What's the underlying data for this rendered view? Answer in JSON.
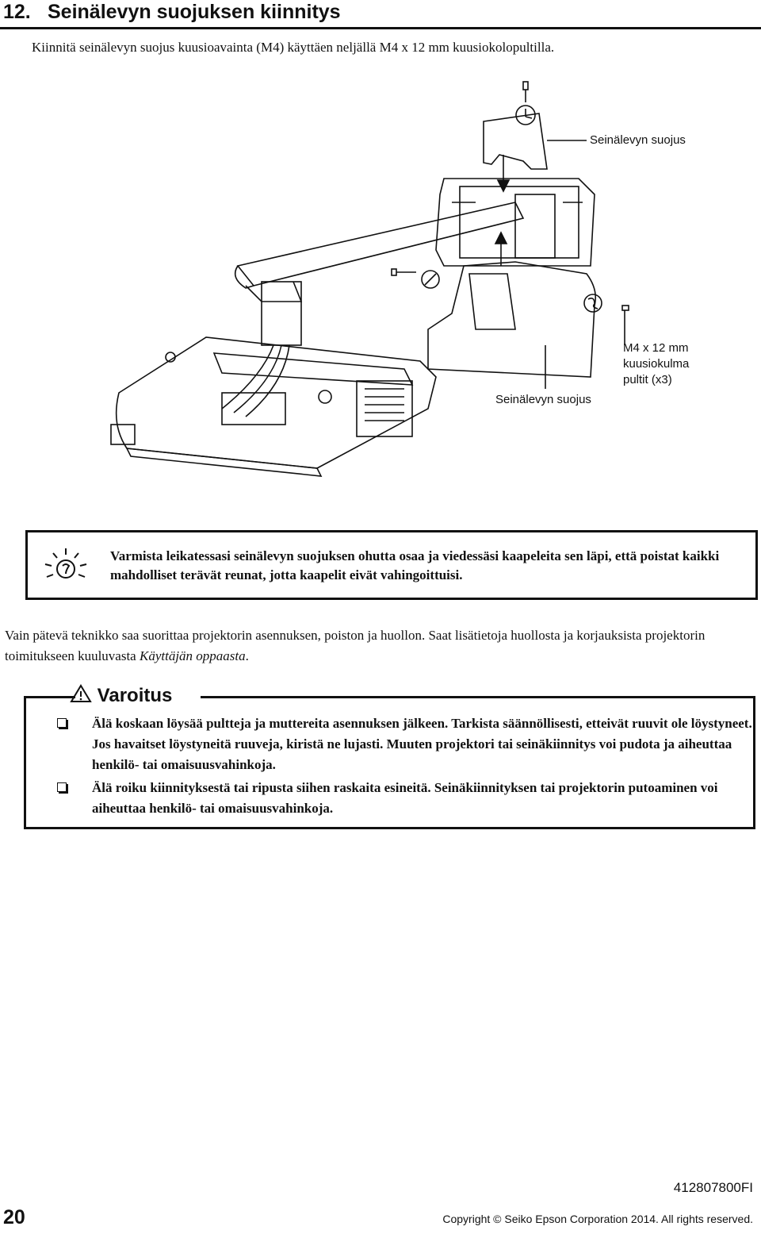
{
  "section": {
    "number": "12.",
    "title": "Seinälevyn suojuksen kiinnitys",
    "intro": "Kiinnitä seinälevyn suojus kuusioavainta (M4) käyttäen neljällä M4 x 12 mm kuusiokolopultilla."
  },
  "figure": {
    "label_cover_top": "Seinälevyn suojus",
    "label_cover_bottom": "Seinälevyn suojus",
    "label_bolts_line1": "M4 x 12 mm",
    "label_bolts_line2": "kuusiokulma",
    "label_bolts_line3": "pultit (x3)"
  },
  "tip": {
    "icon": "lightbulb-icon",
    "text": "Varmista leikatessasi seinälevyn suojuksen ohutta osaa ja viedessäsi kaapeleita sen läpi, että poistat kaikki mahdolliset terävät reunat, jotta kaapelit eivät vahingoittuisi."
  },
  "note": {
    "text": "Vain pätevä teknikko saa suorittaa projektorin asennuksen, poiston ja huollon. Saat lisätietoja huollosta ja korjauksista projektorin toimitukseen kuuluvasta ",
    "manual": "Käyttäjän oppaasta",
    "end": "."
  },
  "warning": {
    "icon": "warning-triangle-icon",
    "title": "Varoitus",
    "items": [
      "Älä koskaan löysää pultteja ja muttereita asennuksen jälkeen. Tarkista säännöllisesti, etteivät ruuvit ole löystyneet. Jos havaitset löystyneitä ruuveja, kiristä ne lujasti. Muuten projektori tai seinäkiinnitys voi pudota ja aiheuttaa henkilö- tai omaisuusvahinkoja.",
      "Älä roiku kiinnityksestä tai ripusta siihen raskaita esineitä. Seinäkiinnityksen tai projektorin putoaminen voi aiheuttaa henkilö- tai omaisuusvahinkoja."
    ]
  },
  "footer": {
    "page": "20",
    "doc_number": "412807800FI",
    "copyright": "Copyright © Seiko Epson Corporation 2014. All rights reserved."
  }
}
